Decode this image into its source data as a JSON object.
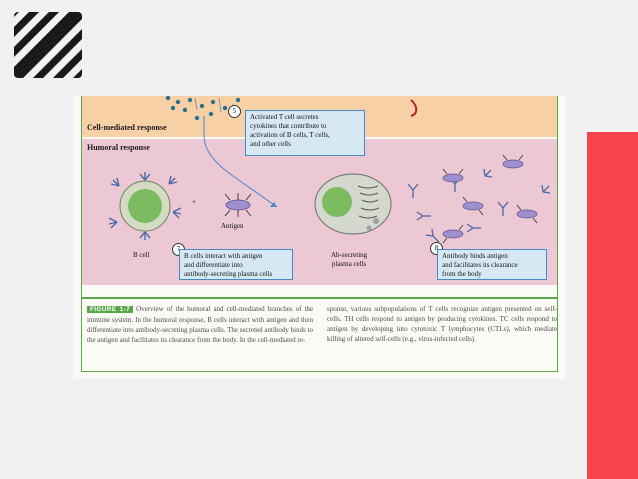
{
  "slide": {
    "accent_color": "#f7444a",
    "stripe_icon": "diagonal-stripes-icon"
  },
  "figure": {
    "sections": {
      "cell_mediated": "Cell-mediated response",
      "humoral": "Humoral response"
    },
    "callouts": {
      "step5_number": "5",
      "step5_lines": [
        "Activated T cell secretes",
        "cytokines that contribute to",
        "activation of B cells, T cells,",
        "and other cells"
      ],
      "step7_number": "7",
      "step7_lines": [
        "B cells interact with antigen",
        "and differentiate into",
        "antibody-secreting plasma cells"
      ],
      "step8_number": "8",
      "step8_lines": [
        "Antibody binds antigen",
        "and facilitates its clearance",
        "from the body"
      ]
    },
    "labels": {
      "b_cell": "B cell",
      "antigen": "Antigen",
      "plus": "+",
      "ab_secreting_1": "Ab-secreting",
      "ab_secreting_2": "plasma cells"
    },
    "caption": {
      "figure_label": "FIGURE 1-7",
      "left_text": "Overview of the humoral and cell-mediated branches of the immune system. In the humoral response, B cells interact with antigen and then differentiate into antibody-secreting plasma cells. The secreted antibody binds to the antigen and facilitates its clearance from the body. In the cell-mediated re-",
      "right_text": "sponse, various subpopulations of T cells recognize antigen presented on self-cells. TH cells respond to antigen by producing cytokines. TC cells respond to antigen by developing into cytotoxic T lymphocytes (CTLs), which mediate killing of altered self-cells (e.g., virus-infected cells)."
    }
  }
}
